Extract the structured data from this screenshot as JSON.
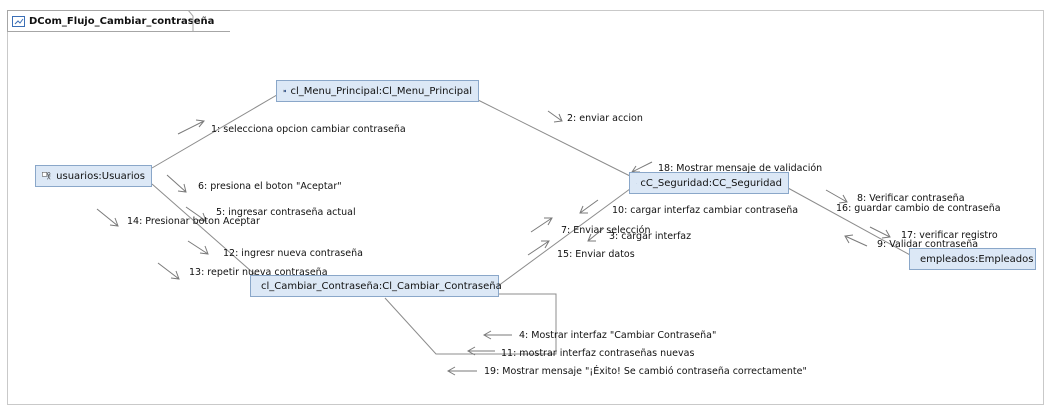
{
  "diagram": {
    "title": "DCom_Flujo_Cambiar_contraseña",
    "objects": {
      "menu": "cl_Menu_Principal:Cl_Menu_Principal",
      "usuarios": "usuarios:Usuarios",
      "seguridad": "cC_Seguridad:CC_Seguridad",
      "cambiar": "cl_Cambiar_Contraseña:Cl_Cambiar_Contraseña",
      "empleados": "empleados:Empleados"
    },
    "messages": [
      "1: selecciona opcion cambiar contraseña",
      "2: enviar accion",
      "6: presiona el boton \"Aceptar\"",
      "5: ingresar contraseña actual",
      "14: Presionar boton Aceptar",
      "12: ingresr nueva contraseña",
      "13: repetir nueva contraseña",
      "18: Mostrar mensaje de validación",
      "10: cargar interfaz cambiar contraseña",
      "7: Enviar selección",
      "3: cargar interfaz",
      "15: Enviar datos",
      "8: Verificar contraseña",
      "16: guardar cambio de contraseña",
      "17: verificar registro",
      "9: Validar contraseña",
      "4: Mostrar interfaz \"Cambiar Contraseña\"",
      "11: mostrar interfaz contraseñas nuevas",
      "19: Mostrar mensaje \"¡Éxito! Se cambió contraseña correctamente\""
    ]
  },
  "colors": {
    "object_fill": "#dce8f6",
    "object_border": "#8aa7c9",
    "link_line": "#8c8c8c",
    "arrow": "#7a7a7a"
  }
}
